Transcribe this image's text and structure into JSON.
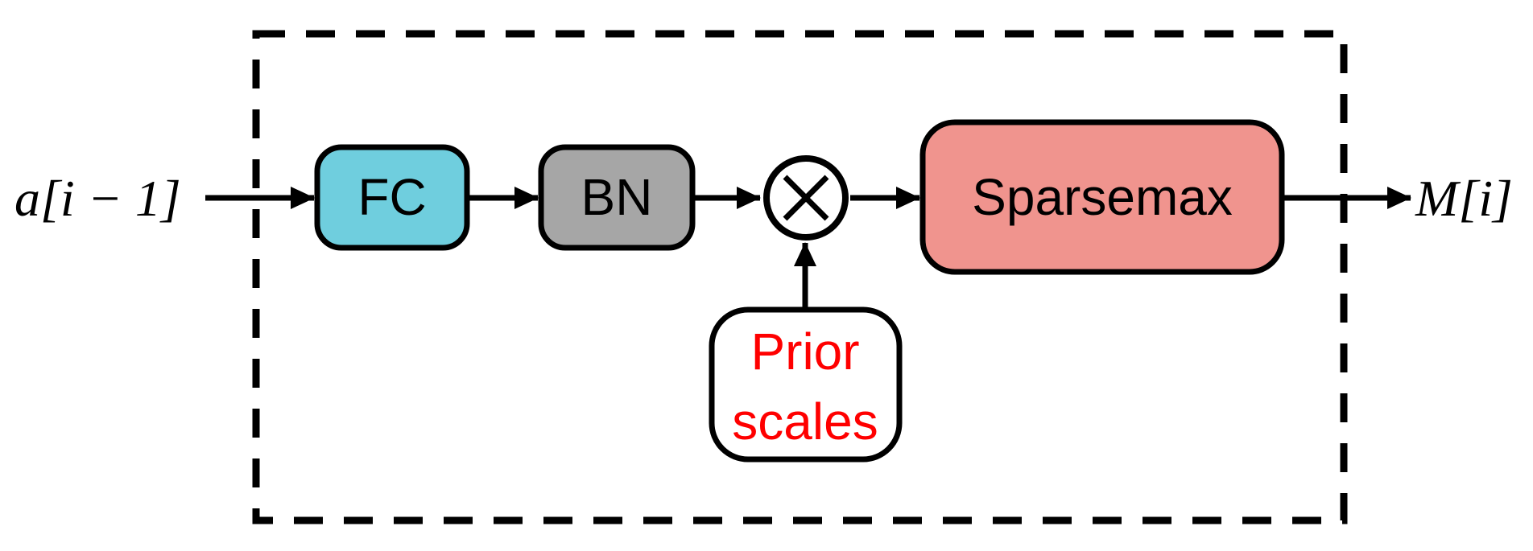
{
  "diagram": {
    "input_label": "a[i − 1]",
    "output_label": "M[i]",
    "blocks": {
      "fc": {
        "label": "FC",
        "fill": "#6FCEDE"
      },
      "bn": {
        "label": "BN",
        "fill": "#A6A6A6"
      },
      "sparsemax": {
        "label": "Sparsemax",
        "fill": "#F0948E"
      },
      "prior_scales": {
        "line1": "Prior",
        "line2": "scales",
        "fill": "#FFFFFF",
        "text_color": "#FF0000"
      },
      "multiply": {
        "fill": "#FFFFFF"
      }
    },
    "colors": {
      "stroke": "#000000",
      "background": "#FFFFFF"
    }
  }
}
